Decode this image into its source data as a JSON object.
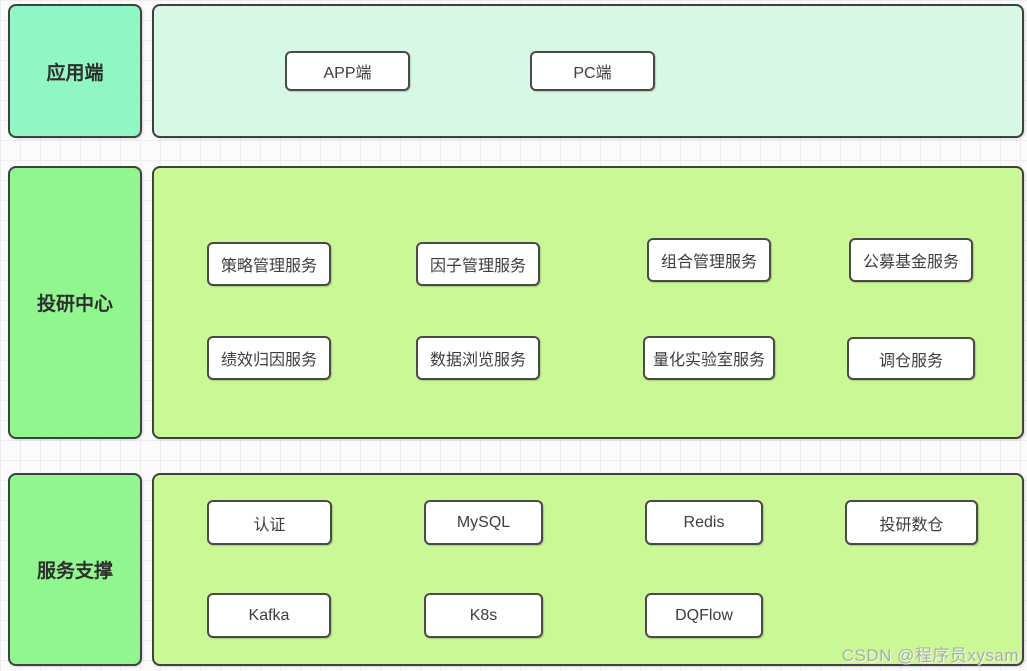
{
  "watermark": "CSDN @程序员xysam",
  "colors": {
    "mint-label": "#90f6c3",
    "mint-content": "#d6f8e5",
    "green-label": "#90f78e",
    "green-content": "#c9f894",
    "node-bg": "#ffffff",
    "border": "#404040",
    "node-border": "#4a4a4a",
    "label-text": "#2e2e2e",
    "node-text": "#3d3d3d",
    "watermark-color": "#ababab"
  },
  "sections": [
    {
      "label": "应用端",
      "items": [
        "APP端",
        "PC端"
      ]
    },
    {
      "label": "投研中心",
      "rows": [
        [
          "策略管理服务",
          "因子管理服务",
          "组合管理服务",
          "公募基金服务"
        ],
        [
          "绩效归因服务",
          "数据浏览服务",
          "量化实验室服务",
          "调仓服务"
        ]
      ]
    },
    {
      "label": "服务支撑",
      "rows": [
        [
          "认证",
          "MySQL",
          "Redis",
          "投研数仓"
        ],
        [
          "Kafka",
          "K8s",
          "DQFlow"
        ]
      ]
    }
  ]
}
